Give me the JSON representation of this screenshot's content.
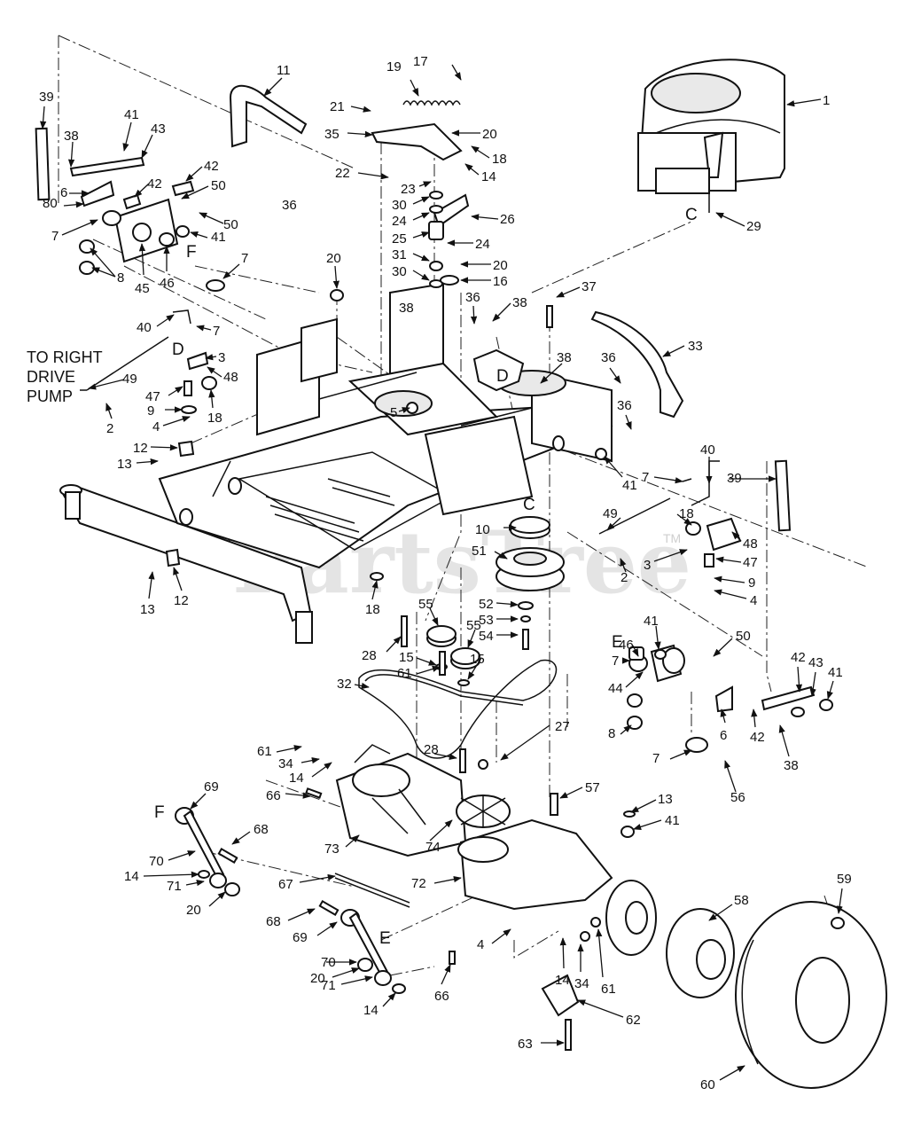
{
  "note": {
    "line1": "TO RIGHT",
    "line2": "DRIVE",
    "line3": "PUMP"
  },
  "watermark": {
    "text": "PartsTree",
    "tm": "TM"
  },
  "letters": {
    "C": "C",
    "D": "D",
    "E": "E",
    "F": "F"
  },
  "callouts": {
    "n1": "1",
    "n2": "2",
    "n3": "3",
    "n4": "4",
    "n5": "5",
    "n6": "6",
    "n7": "7",
    "n8": "8",
    "n9": "9",
    "n10": "10",
    "n11": "11",
    "n12": "12",
    "n13": "13",
    "n14": "14",
    "n15": "15",
    "n16": "16",
    "n17": "17",
    "n18": "18",
    "n19": "19",
    "n20": "20",
    "n21": "21",
    "n22": "22",
    "n23": "23",
    "n24": "24",
    "n25": "25",
    "n26": "26",
    "n27": "27",
    "n28": "28",
    "n29": "29",
    "n30": "30",
    "n31": "31",
    "n32": "32",
    "n33": "33",
    "n34": "34",
    "n35": "35",
    "n36": "36",
    "n37": "37",
    "n38": "38",
    "n39": "39",
    "n40": "40",
    "n41": "41",
    "n42": "42",
    "n43": "43",
    "n44": "44",
    "n45": "45",
    "n46": "46",
    "n47": "47",
    "n48": "48",
    "n49": "49",
    "n50": "50",
    "n51": "51",
    "n52": "52",
    "n53": "53",
    "n54": "54",
    "n55": "55",
    "n56": "56",
    "n57": "57",
    "n58": "58",
    "n59": "59",
    "n60": "60",
    "n61": "61",
    "n62": "62",
    "n63": "63",
    "n66": "66",
    "n67": "67",
    "n68": "68",
    "n69": "69",
    "n70": "70",
    "n71": "71",
    "n72": "72",
    "n73": "73",
    "n74": "74",
    "n80": "80"
  }
}
